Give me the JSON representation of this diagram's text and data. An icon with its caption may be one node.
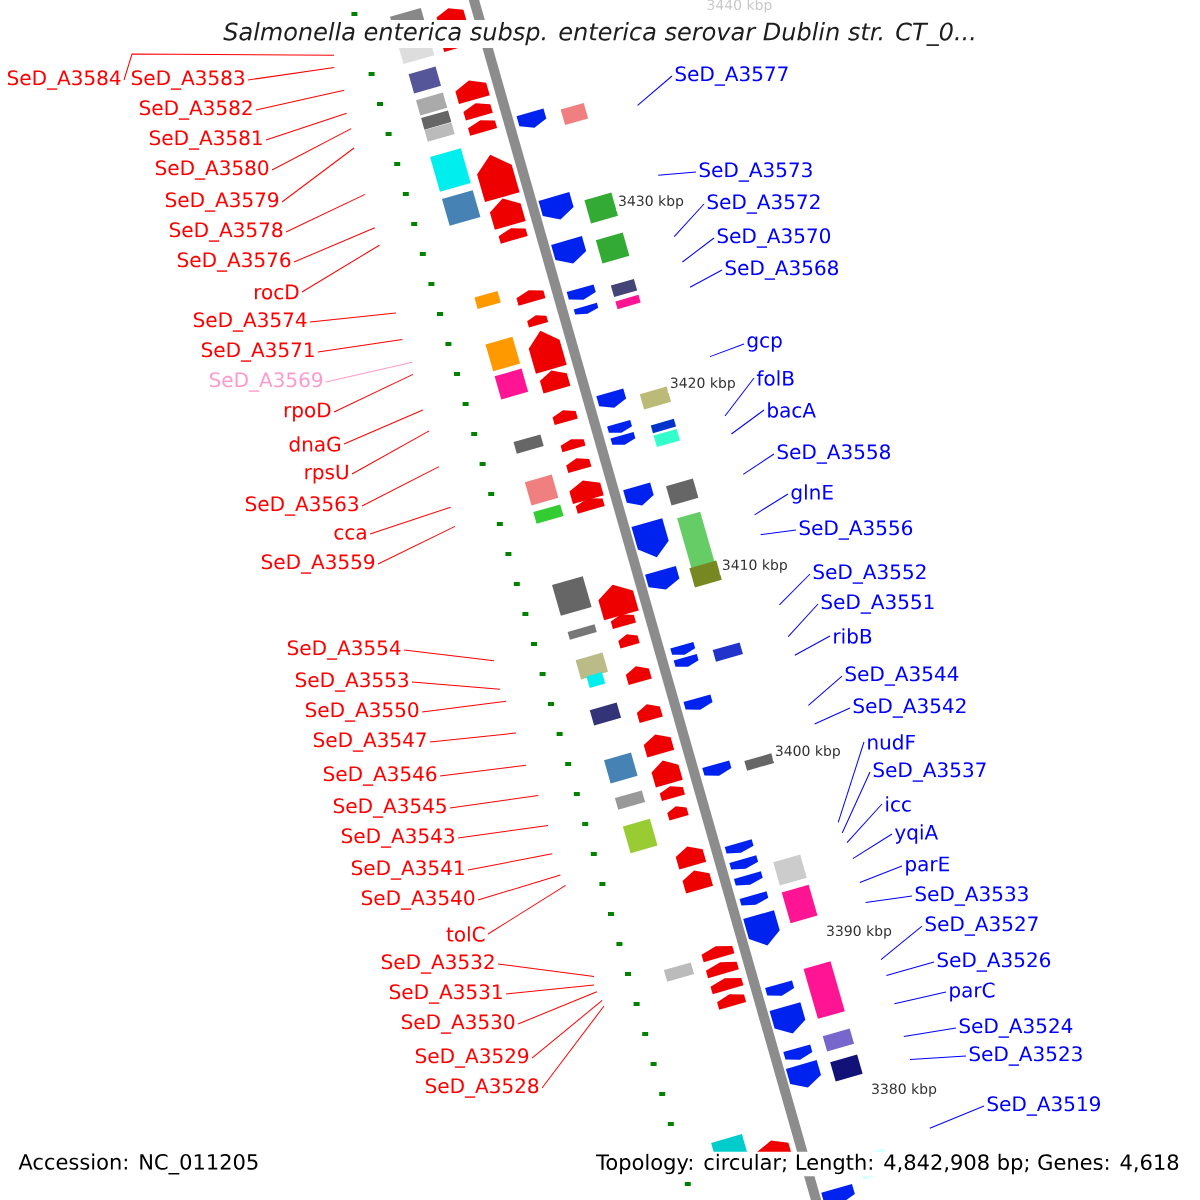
{
  "diagram": {
    "title": "Salmonella enterica subsp. enterica serovar Dublin str. CT_0...",
    "nodes": [
      {
        "text": [
          "SeD_A3584"
        ]
      },
      {
        "text": [
          "SeD_A3583"
        ]
      },
      {
        "text": [
          "SeD_A3582"
        ]
      },
      {
        "text": [
          "SeD_A3581"
        ]
      },
      {
        "text": [
          "SeD_A3580"
        ]
      },
      {
        "text": [
          "SeD_A3579"
        ]
      },
      {
        "text": [
          "SeD_A3578"
        ]
      },
      {
        "text": [
          "SeD_A3576"
        ]
      },
      {
        "text": [
          "rocD"
        ]
      },
      {
        "text": [
          "SeD_A3574"
        ]
      },
      {
        "text": [
          "SeD_A3571"
        ]
      },
      {
        "text": [
          "SeD_A3569"
        ]
      },
      {
        "text": [
          "rpoD"
        ]
      },
      {
        "text": [
          "dnaG"
        ]
      },
      {
        "text": [
          "rpsU"
        ]
      },
      {
        "text": [
          "SeD_A3563"
        ]
      },
      {
        "text": [
          "cca"
        ]
      },
      {
        "text": [
          "SeD_A3559"
        ]
      },
      {
        "text": [
          "SeD_A3554"
        ]
      },
      {
        "text": [
          "SeD_A3553"
        ]
      },
      {
        "text": [
          "SeD_A3550"
        ]
      },
      {
        "text": [
          "SeD_A3547"
        ]
      },
      {
        "text": [
          "SeD_A3546"
        ]
      },
      {
        "text": [
          "SeD_A3545"
        ]
      },
      {
        "text": [
          "SeD_A3543"
        ]
      },
      {
        "text": [
          "SeD_A3541"
        ]
      },
      {
        "text": [
          "SeD_A3540"
        ]
      },
      {
        "text": [
          "tolC"
        ]
      },
      {
        "text": [
          "SeD_A3532"
        ]
      },
      {
        "text": [
          "SeD_A3531"
        ]
      },
      {
        "text": [
          "SeD_A3530"
        ]
      },
      {
        "text": [
          "SeD_A3529"
        ]
      },
      {
        "text": [
          "SeD_A3528"
        ]
      },
      {
        "text": [
          "SeD_A3577"
        ]
      },
      {
        "text": [
          "SeD_A3573"
        ]
      },
      {
        "text": [
          "SeD_A3572"
        ]
      },
      {
        "text": [
          "SeD_A3570"
        ]
      },
      {
        "text": [
          "SeD_A3568"
        ]
      },
      {
        "text": [
          "gcp"
        ]
      },
      {
        "text": [
          "folB"
        ]
      },
      {
        "text": [
          "bacA"
        ]
      },
      {
        "text": [
          "SeD_A3558"
        ]
      },
      {
        "text": [
          "glnE"
        ]
      },
      {
        "text": [
          "SeD_A3556"
        ]
      },
      {
        "text": [
          "SeD_A3552"
        ]
      },
      {
        "text": [
          "SeD_A3551"
        ]
      },
      {
        "text": [
          "ribB"
        ]
      },
      {
        "text": [
          "SeD_A3544"
        ]
      },
      {
        "text": [
          "SeD_A3542"
        ]
      },
      {
        "text": [
          "nudF"
        ]
      },
      {
        "text": [
          "SeD_A3537"
        ]
      },
      {
        "text": [
          "icc"
        ]
      },
      {
        "text": [
          "yqiA"
        ]
      },
      {
        "text": [
          "parE"
        ]
      },
      {
        "text": [
          "SeD_A3533"
        ]
      },
      {
        "text": [
          "SeD_A3527"
        ]
      },
      {
        "text": [
          "SeD_A3526"
        ]
      },
      {
        "text": [
          "parC"
        ]
      },
      {
        "text": [
          "SeD_A3524"
        ]
      },
      {
        "text": [
          "SeD_A3523"
        ]
      },
      {
        "text": [
          "SeD_A3519"
        ]
      }
    ],
    "edges": [
      {
        "from": 0,
        "to": null,
        "arrow": "none"
      },
      {
        "from": 1,
        "to": null,
        "arrow": "none"
      },
      {
        "from": 2,
        "to": null,
        "arrow": "none"
      },
      {
        "from": 3,
        "to": null,
        "arrow": "none"
      },
      {
        "from": 4,
        "to": null,
        "arrow": "none"
      },
      {
        "from": 5,
        "to": null,
        "arrow": "none"
      },
      {
        "from": 6,
        "to": null,
        "arrow": "none"
      },
      {
        "from": 7,
        "to": null,
        "arrow": "none"
      },
      {
        "from": 8,
        "to": null,
        "arrow": "none"
      },
      {
        "from": 9,
        "to": null,
        "arrow": "none"
      },
      {
        "from": 10,
        "to": null,
        "arrow": "none"
      },
      {
        "from": 11,
        "to": null,
        "arrow": "none",
        "color": "#ff99cc"
      },
      {
        "from": 12,
        "to": null,
        "arrow": "none"
      },
      {
        "from": 13,
        "to": null,
        "arrow": "none"
      },
      {
        "from": 14,
        "to": null,
        "arrow": "none"
      },
      {
        "from": 15,
        "to": null,
        "arrow": "none"
      },
      {
        "from": 16,
        "to": null,
        "arrow": "none"
      },
      {
        "from": 17,
        "to": null,
        "arrow": "none"
      },
      {
        "from": 18,
        "to": null,
        "arrow": "none"
      },
      {
        "from": 19,
        "to": null,
        "arrow": "none"
      },
      {
        "from": 20,
        "to": null,
        "arrow": "none"
      },
      {
        "from": 21,
        "to": null,
        "arrow": "none"
      },
      {
        "from": 22,
        "to": null,
        "arrow": "none"
      },
      {
        "from": 23,
        "to": null,
        "arrow": "none"
      },
      {
        "from": 24,
        "to": null,
        "arrow": "none"
      },
      {
        "from": 25,
        "to": null,
        "arrow": "none"
      },
      {
        "from": 26,
        "to": null,
        "arrow": "none"
      },
      {
        "from": 27,
        "to": null,
        "arrow": "none"
      },
      {
        "from": 28,
        "to": null,
        "arrow": "none"
      },
      {
        "from": 29,
        "to": null,
        "arrow": "none"
      },
      {
        "from": 30,
        "to": null,
        "arrow": "none"
      },
      {
        "from": 31,
        "to": null,
        "arrow": "none"
      },
      {
        "from": 32,
        "to": null,
        "arrow": "none"
      },
      {
        "from": 33,
        "to": null,
        "arrow": "none",
        "color": "#0000ff"
      },
      {
        "from": 34,
        "to": null,
        "arrow": "none",
        "color": "#0000ff"
      },
      {
        "from": 35,
        "to": null,
        "arrow": "none",
        "color": "#0000ff"
      },
      {
        "from": 36,
        "to": null,
        "arrow": "none",
        "color": "#0000ff"
      },
      {
        "from": 37,
        "to": null,
        "arrow": "none",
        "color": "#0000ff"
      },
      {
        "from": 38,
        "to": null,
        "arrow": "none",
        "color": "#0000ff"
      },
      {
        "from": 39,
        "to": null,
        "arrow": "none",
        "color": "#0000ff"
      },
      {
        "from": 40,
        "to": null,
        "arrow": "none",
        "color": "#0000ff"
      },
      {
        "from": 41,
        "to": null,
        "arrow": "none",
        "color": "#0000ff"
      },
      {
        "from": 42,
        "to": null,
        "arrow": "none",
        "color": "#0000ff"
      },
      {
        "from": 43,
        "to": null,
        "arrow": "none",
        "color": "#0000ff"
      },
      {
        "from": 44,
        "to": null,
        "arrow": "none",
        "color": "#0000ff"
      },
      {
        "from": 45,
        "to": null,
        "arrow": "none",
        "color": "#0000ff"
      },
      {
        "from": 46,
        "to": null,
        "arrow": "none",
        "color": "#0000ff"
      },
      {
        "from": 47,
        "to": null,
        "arrow": "none",
        "color": "#0000ff"
      },
      {
        "from": 48,
        "to": null,
        "arrow": "none",
        "color": "#0000ff"
      },
      {
        "from": 49,
        "to": null,
        "arrow": "none",
        "color": "#0000ff"
      },
      {
        "from": 50,
        "to": null,
        "arrow": "none",
        "color": "#0000ff"
      },
      {
        "from": 51,
        "to": null,
        "arrow": "none",
        "color": "#0000ff"
      },
      {
        "from": 52,
        "to": null,
        "arrow": "none",
        "color": "#0000ff"
      },
      {
        "from": 53,
        "to": null,
        "arrow": "none",
        "color": "#0000ff"
      },
      {
        "from": 54,
        "to": null,
        "arrow": "none",
        "color": "#0000ff"
      },
      {
        "from": 55,
        "to": null,
        "arrow": "none",
        "color": "#0000ff"
      },
      {
        "from": 56,
        "to": null,
        "arrow": "none",
        "color": "#0000ff"
      },
      {
        "from": 57,
        "to": null,
        "arrow": "none",
        "color": "#0000ff"
      },
      {
        "from": 58,
        "to": null,
        "arrow": "none",
        "color": "#0000ff"
      },
      {
        "from": 59,
        "to": null,
        "arrow": "none",
        "color": "#0000ff"
      },
      {
        "from": 60,
        "to": null,
        "arrow": "none",
        "color": "#0000ff"
      }
    ],
    "labels": [
      "3440 kbp",
      "3430 kbp",
      "3420 kbp",
      "3410 kbp",
      "3400 kbp",
      "3390 kbp",
      "3380 kbp",
      "Accession: NC_011205",
      "Topology: circular; Length: 4,842,908 bp; Genes: 4,618"
    ]
  }
}
